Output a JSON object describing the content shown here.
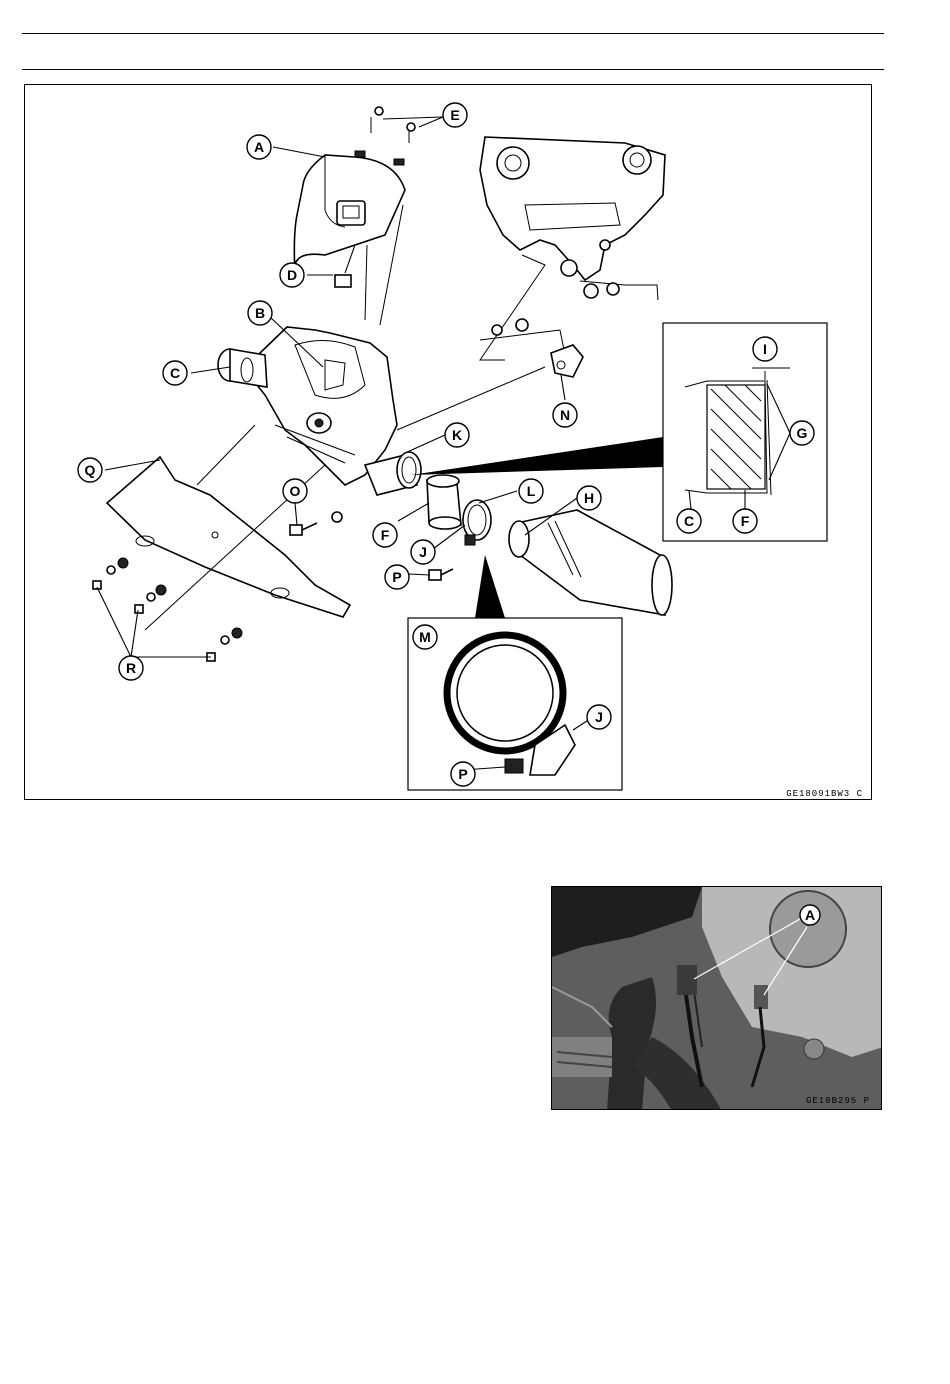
{
  "exploded_view": {
    "callouts": {
      "A": "A",
      "B": "B",
      "C": "C",
      "D": "D",
      "E": "E",
      "F": "F",
      "G": "G",
      "H": "H",
      "I": "I",
      "J": "J",
      "K": "K",
      "L": "L",
      "M": "M",
      "N": "N",
      "O": "O",
      "P": "P",
      "Q": "Q",
      "R": "R"
    },
    "detail_callouts": {
      "I": "I",
      "G": "G",
      "C": "C",
      "F": "F",
      "M": "M",
      "J": "J",
      "P": "P"
    },
    "figure_code": "GE18091BW3 C"
  },
  "photo": {
    "callout_a": "A",
    "figure_code": "GE18B295 P"
  }
}
